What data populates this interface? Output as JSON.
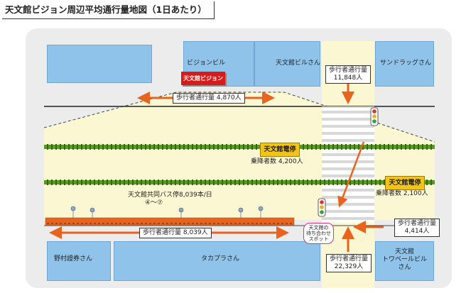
{
  "title": "天文館ビジョン周辺平均通行量地図（1日あたり）",
  "buildings": {
    "vision_bldg": "ビジョンビル",
    "tenmonkan_bldg": "天文館ビルさん",
    "sundrug": "サンドラッグさん",
    "nomura": "野村證券さん",
    "takapura": "タカプラさん",
    "tower_line1": "天文館",
    "tower_line2": "トワベールビル",
    "tower_line3": "さん"
  },
  "signs": {
    "vision": "天文館ビジョン",
    "tram_stop_1": "天文館電停",
    "tram_stop_2": "天文館電停"
  },
  "stats": {
    "pedestrian_top": "歩行者通行量 4,870人",
    "pedestrian_bottom": "歩行者通行量 8,039人",
    "riders_1": "乗降者数 4,200人",
    "riders_2": "乗降者数 2,100人",
    "bus_stop": "天文館共同バス停8,039本/日",
    "bus_stop_numbers": "④〜⑦",
    "north_label": "歩行者通行量",
    "north_value": "11,848人",
    "east_label": "歩行者通行量",
    "east_value": "4,414人",
    "south_label": "歩行者通行量",
    "south_value": "22,329人"
  },
  "spot": {
    "line1": "天文館の",
    "line2": "待ち合わせ",
    "line3": "スポット"
  },
  "colors": {
    "building": "#8fc3ea",
    "area": "#fbf7d3",
    "arrow": "#e8641e",
    "sign_red": "#d81a1a",
    "sign_yellow": "#f2c318",
    "track": "#4a8a1a"
  }
}
